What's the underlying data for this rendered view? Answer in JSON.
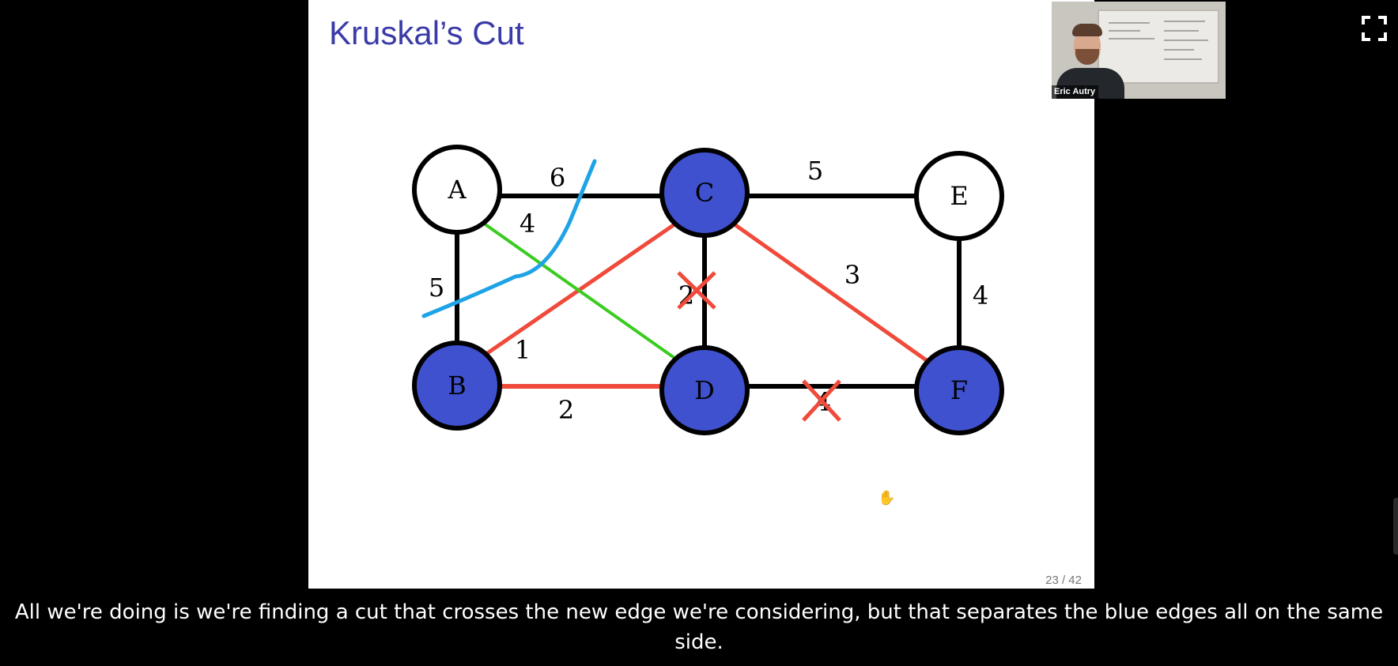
{
  "slide": {
    "title": "Kruskal’s Cut",
    "page_number": "23 / 42",
    "cursor_icon": "hand-icon"
  },
  "graph": {
    "nodes": [
      {
        "label": "A",
        "fill": "#ffffff"
      },
      {
        "label": "C",
        "fill": "#3f51cf"
      },
      {
        "label": "E",
        "fill": "#ffffff"
      },
      {
        "label": "B",
        "fill": "#3f51cf"
      },
      {
        "label": "D",
        "fill": "#3f51cf"
      },
      {
        "label": "F",
        "fill": "#3f51cf"
      }
    ],
    "edges": [
      {
        "from": "A",
        "to": "C",
        "weight": "6",
        "color": "#000000"
      },
      {
        "from": "C",
        "to": "E",
        "weight": "5",
        "color": "#000000"
      },
      {
        "from": "A",
        "to": "B",
        "weight": "5",
        "color": "#000000"
      },
      {
        "from": "A",
        "to": "D",
        "weight": "4",
        "color": "#39cc1f"
      },
      {
        "from": "B",
        "to": "C",
        "weight": "1",
        "color": "#f04a3a"
      },
      {
        "from": "C",
        "to": "D",
        "weight": "2",
        "color": "#000000",
        "crossed": true
      },
      {
        "from": "C",
        "to": "F",
        "weight": "3",
        "color": "#f04a3a"
      },
      {
        "from": "E",
        "to": "F",
        "weight": "4",
        "color": "#000000"
      },
      {
        "from": "B",
        "to": "D",
        "weight": "2",
        "color": "#f04a3a"
      },
      {
        "from": "D",
        "to": "F",
        "weight": "4",
        "color": "#000000",
        "crossed": true
      }
    ],
    "cut_line_color": "#1ea3e6",
    "crossed_mark_color": "#f04a3a"
  },
  "webcam": {
    "name": "Eric Autry"
  },
  "controls": {
    "fullscreen_icon": "fullscreen-icon"
  },
  "caption": {
    "text": "All we're doing is we're finding a cut that crosses the new edge we're considering, but that separates the blue edges all on the same side."
  }
}
